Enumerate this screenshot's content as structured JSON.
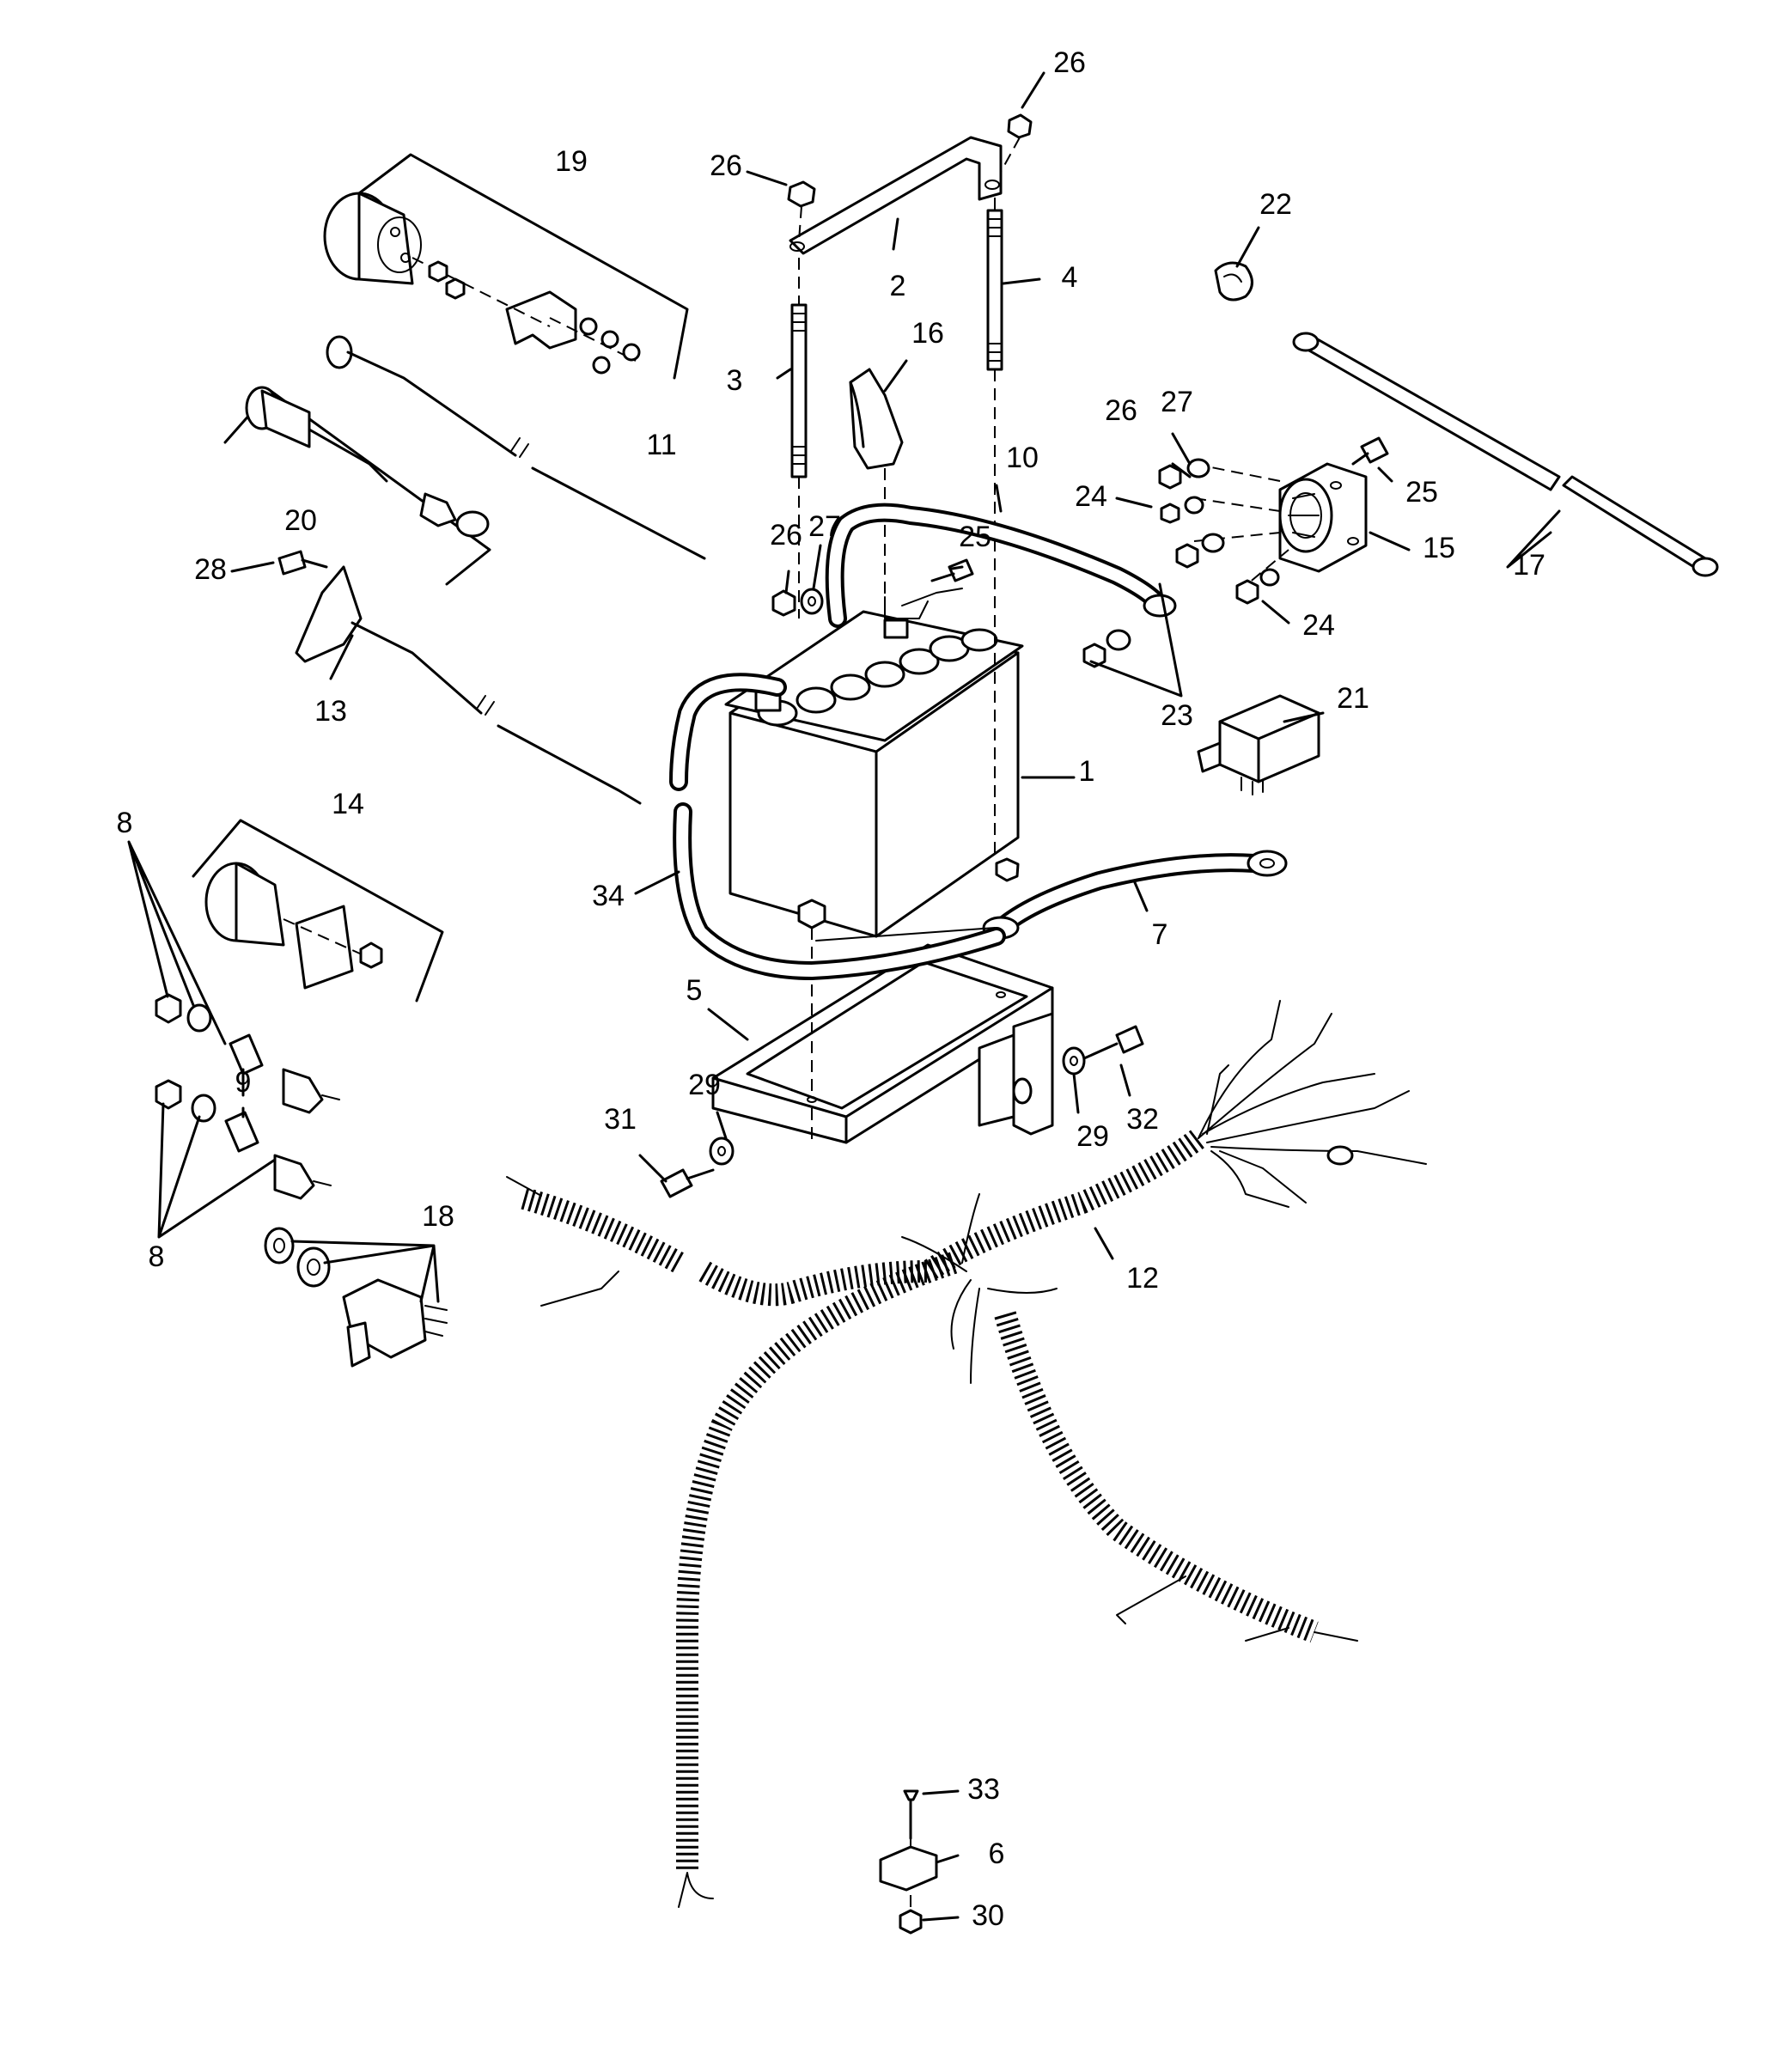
{
  "callouts": {
    "1": "1",
    "2": "2",
    "3": "3",
    "4": "4",
    "5": "5",
    "6": "6",
    "7": "7",
    "8a": "8",
    "8b": "8",
    "9": "9",
    "10": "10",
    "11": "11",
    "12": "12",
    "13": "13",
    "14": "14",
    "15": "15",
    "16": "16",
    "17": "17",
    "18": "18",
    "19": "19",
    "20": "20",
    "21": "21",
    "22": "22",
    "23": "23",
    "24a": "24",
    "24b": "24",
    "25a": "25",
    "25b": "25",
    "26a": "26",
    "26b": "26",
    "26c": "26",
    "26d": "26",
    "27a": "27",
    "27b": "27",
    "28": "28",
    "29a": "29",
    "29b": "29",
    "30": "30",
    "31": "31",
    "32": "32",
    "33": "33",
    "34": "34"
  }
}
